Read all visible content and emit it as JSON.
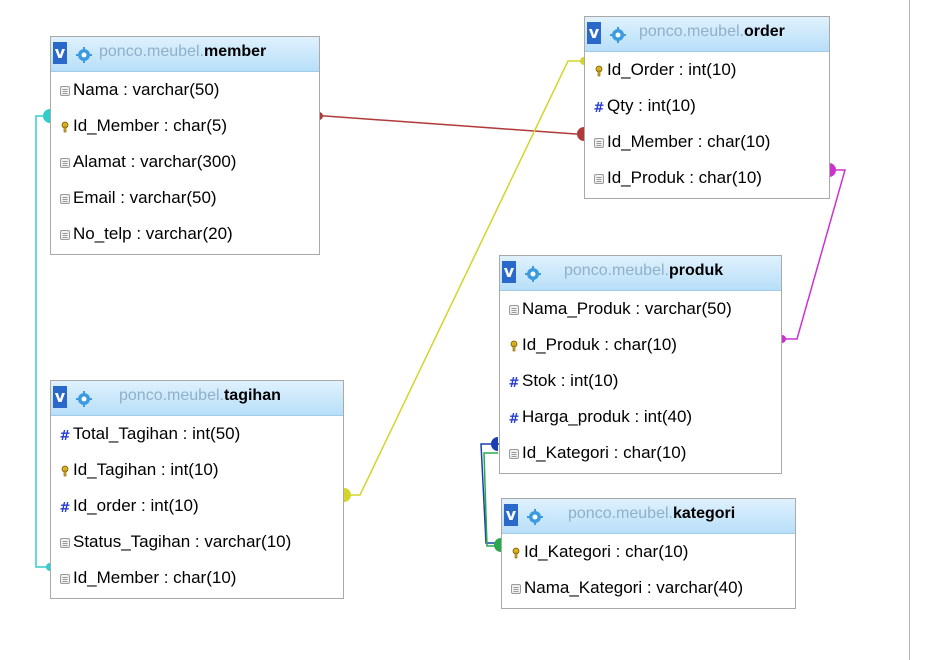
{
  "tables": {
    "member": {
      "db": "ponco.meubel.",
      "name": "member",
      "columns": [
        {
          "text": "Nama : varchar(50)",
          "icon": "field-icon"
        },
        {
          "text": "Id_Member : char(5)",
          "icon": "key-icon"
        },
        {
          "text": "Alamat : varchar(300)",
          "icon": "field-icon"
        },
        {
          "text": "Email : varchar(50)",
          "icon": "field-icon"
        },
        {
          "text": "No_telp : varchar(20)",
          "icon": "field-icon"
        }
      ]
    },
    "order": {
      "db": "ponco.meubel.",
      "name": "order",
      "columns": [
        {
          "text": "Id_Order : int(10)",
          "icon": "key-icon"
        },
        {
          "text": "Qty : int(10)",
          "icon": "numeric-icon"
        },
        {
          "text": "Id_Member : char(10)",
          "icon": "field-icon"
        },
        {
          "text": "Id_Produk : char(10)",
          "icon": "field-icon"
        }
      ]
    },
    "produk": {
      "db": "ponco.meubel.",
      "name": "produk",
      "columns": [
        {
          "text": "Nama_Produk : varchar(50)",
          "icon": "field-icon"
        },
        {
          "text": "Id_Produk : char(10)",
          "icon": "key-icon"
        },
        {
          "text": "Stok : int(10)",
          "icon": "numeric-icon"
        },
        {
          "text": "Harga_produk : int(40)",
          "icon": "numeric-icon"
        },
        {
          "text": "Id_Kategori : char(10)",
          "icon": "field-icon"
        }
      ]
    },
    "tagihan": {
      "db": "ponco.meubel.",
      "name": "tagihan",
      "columns": [
        {
          "text": "Total_Tagihan : int(50)",
          "icon": "numeric-icon"
        },
        {
          "text": "Id_Tagihan : int(10)",
          "icon": "key-icon"
        },
        {
          "text": "Id_order : int(10)",
          "icon": "numeric-icon"
        },
        {
          "text": "Status_Tagihan : varchar(10)",
          "icon": "field-icon"
        },
        {
          "text": "Id_Member : char(10)",
          "icon": "field-icon"
        }
      ]
    },
    "kategori": {
      "db": "ponco.meubel.",
      "name": "kategori",
      "columns": [
        {
          "text": "Id_Kategori : char(10)",
          "icon": "key-icon"
        },
        {
          "text": "Nama_Kategori : varchar(40)",
          "icon": "field-icon"
        }
      ]
    }
  },
  "header": {
    "toggle_label": "v",
    "options_icon": "gear-icon"
  },
  "relations": [
    {
      "from": "member.Id_Member",
      "to": "order.Id_Member",
      "color": "#b03a3a"
    },
    {
      "from": "order.Id_Produk",
      "to": "produk.Id_Produk",
      "color": "#cc33cc"
    },
    {
      "from": "order.Id_Order",
      "to": "tagihan.Id_order",
      "color": "#d4d42a"
    },
    {
      "from": "member.Id_Member",
      "to": "tagihan.Id_Member",
      "color": "#33cccc"
    },
    {
      "from": "kategori.Id_Kategori",
      "to": "produk.Id_Kategori",
      "color": "#1a3fb3"
    },
    {
      "from": "kategori.Id_Kategori",
      "to": "produk.Id_Kategori",
      "color": "#2aa84a"
    }
  ]
}
